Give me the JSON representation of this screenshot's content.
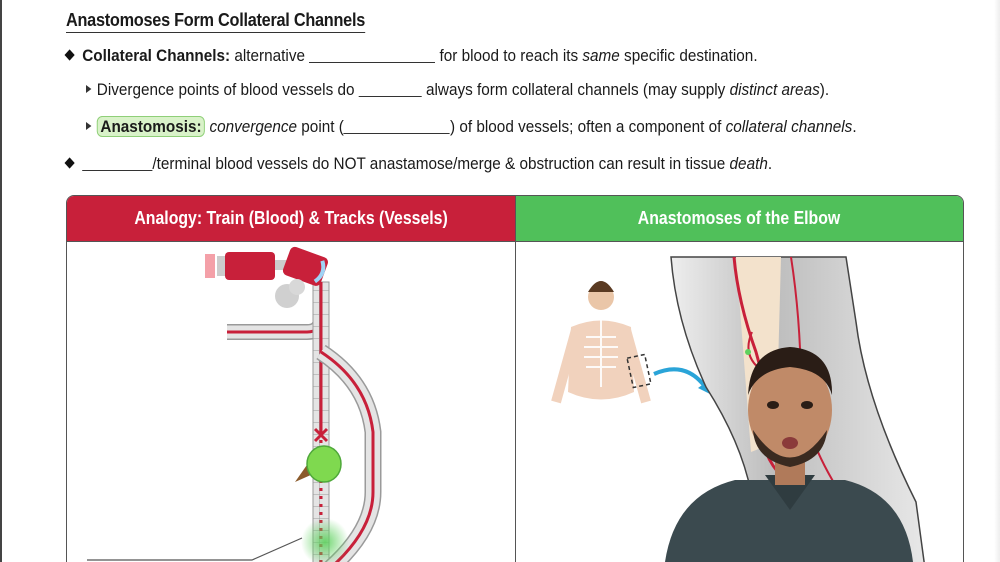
{
  "slide": {
    "title": "Anastomoses Form Collateral Channels",
    "bullets": [
      {
        "type": "main",
        "label": "Collateral Channels:",
        "text_before_blank": " alternative ",
        "text_after_blank": " for blood to reach its ",
        "italic": "same",
        "text_end": " specific destination."
      },
      {
        "type": "sub",
        "text_before_blank": "Divergence points of blood vessels do ",
        "text_after_blank": " always form collateral channels (may supply ",
        "italic": "distinct areas",
        "text_end": ")."
      },
      {
        "type": "sub",
        "label": "Anastomosis:",
        "italic_start": "convergence",
        "text_before_blank": " point (",
        "text_after_blank": ") of blood vessels; often a component of ",
        "italic": "collateral channels",
        "text_end": "."
      },
      {
        "type": "main",
        "text_after_blank": "/terminal blood vessels do NOT anastamose/merge & obstruction can result in tissue ",
        "italic": "death",
        "text_end": "."
      }
    ]
  },
  "panels": {
    "left": {
      "header": "Analogy: Train (Blood) & Tracks (Vessels)",
      "color": "#c8203a",
      "illustration": "train-on-tracks-with-fallen-tree-obstruction"
    },
    "right": {
      "header": "Anastomoses of the Elbow",
      "color": "#50c05a",
      "illustration": "human-skeleton-with-elbow-arteries-closeup"
    }
  },
  "video": {
    "presenter": "instructor-webcam-overlay"
  }
}
